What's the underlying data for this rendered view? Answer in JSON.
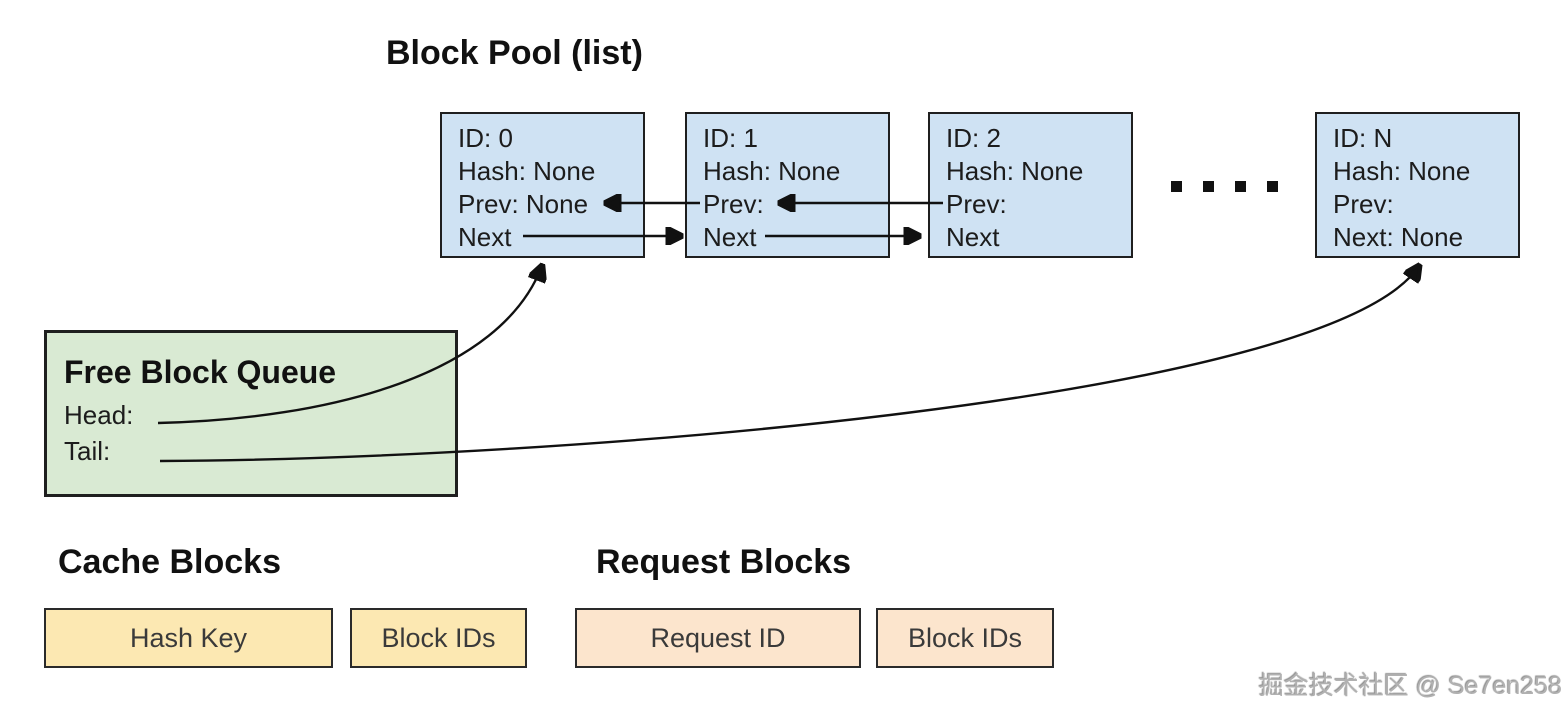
{
  "title": "Block Pool (list)",
  "block_pool": {
    "nodes": [
      {
        "id": "ID: 0",
        "hash": "Hash: None",
        "prev": "Prev: None",
        "next": "Next"
      },
      {
        "id": "ID: 1",
        "hash": "Hash: None",
        "prev": "Prev:",
        "next": "Next"
      },
      {
        "id": "ID: 2",
        "hash": "Hash: None",
        "prev": "Prev:",
        "next": "Next"
      },
      {
        "id": "ID: N",
        "hash": "Hash: None",
        "prev": "Prev:",
        "next": "Next: None"
      }
    ]
  },
  "free_block_queue": {
    "title": "Free Block Queue",
    "head_label": "Head:",
    "tail_label": "Tail:"
  },
  "cache_blocks": {
    "title": "Cache Blocks",
    "hash_key_label": "Hash Key",
    "block_ids_label": "Block IDs"
  },
  "request_blocks": {
    "title": "Request Blocks",
    "request_id_label": "Request ID",
    "block_ids_label": "Block IDs"
  },
  "watermark": "掘金技术社区 @ Se7en258",
  "colors": {
    "node_fill": "#cfe2f3",
    "queue_fill": "#d9ead3",
    "cache_fill": "#fce8b2",
    "request_fill": "#fce5cd",
    "line": "#111111"
  }
}
